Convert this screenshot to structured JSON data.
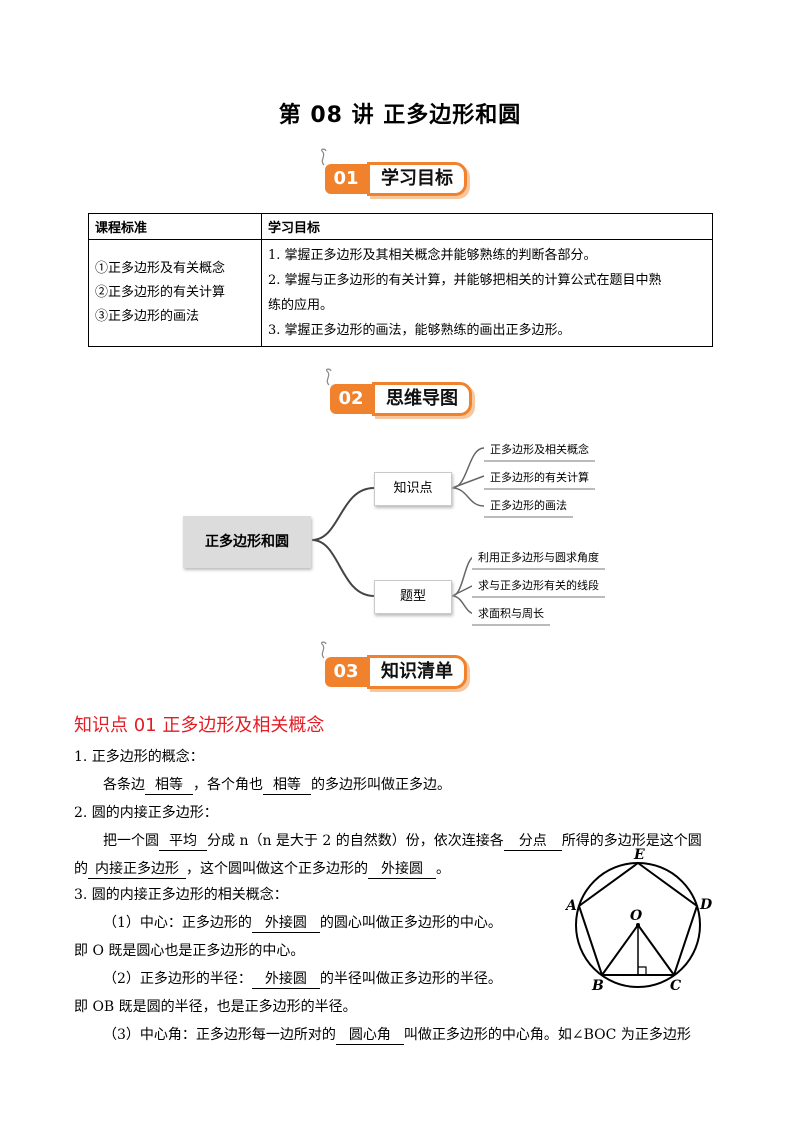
{
  "title": "第 08 讲  正多边形和圆",
  "badges": [
    {
      "num": "01",
      "label": "学习目标"
    },
    {
      "num": "02",
      "label": "思维导图"
    },
    {
      "num": "03",
      "label": "知识清单"
    }
  ],
  "goals_table": {
    "headers": [
      "课程标准",
      "学习目标"
    ],
    "standards": [
      "①正多边形及有关概念",
      "②正多边形的有关计算",
      "③正多边形的画法"
    ],
    "objectives": [
      "1. 掌握正多边形及其相关概念并能够熟练的判断各部分。",
      "2. 掌握与正多边形的有关计算，并能够把相关的计算公式在题目中熟",
      "练的应用。",
      "3. 掌握正多边形的画法，能够熟练的画出正多边形。"
    ]
  },
  "mindmap": {
    "center": "正多边形和圆",
    "branch1": {
      "label": "知识点",
      "leaves": [
        "正多边形及相关概念",
        "正多边形的有关计算",
        "正多边形的画法"
      ]
    },
    "branch2": {
      "label": "题型",
      "leaves": [
        "利用正多边形与圆求角度",
        "求与正多边形有关的线段",
        "求面积与周长"
      ]
    }
  },
  "section1": {
    "heading": "知识点 01    正多边形及相关概念",
    "l1": "1. 正多边形的概念：",
    "l2a": "各条边",
    "l2b": "相等",
    "l2c": "，各个角也",
    "l2d": "相等",
    "l2e": "的多边形叫做正多边。",
    "l3": "2. 圆的内接正多边形：",
    "l4a": "把一个圆",
    "l4b": "平均",
    "l4c": "分成 n（n 是大于 2 的自然数）份，依次连接各",
    "l4d": "分点",
    "l4e": "所得的多边形是这个圆",
    "l5a": "的",
    "l5b": "内接正多边形",
    "l5c": "，这个圆叫做这个正多边形的",
    "l5d": "外接圆",
    "l5e": "。",
    "l6": "3. 圆的内接正多边形的相关概念：",
    "l7a": "（1）中心：正多边形的",
    "l7b": "外接圆",
    "l7c": "的圆心叫做正多边形的中心。",
    "l8": "即 O 既是圆心也是正多边形的中心。",
    "l9a": "（2）正多边形的半径：",
    "l9b": "外接圆",
    "l9c": "的半径叫做正多边形的半径。",
    "l10": "即 OB 既是圆的半径，也是正多边形的半径。",
    "l11a": "（3）中心角：正多边形每一边所对的",
    "l11b": "圆心角",
    "l11c": "叫做正多边形的中心角。如∠BOC 为正多边形"
  },
  "figure_labels": {
    "E": "E",
    "A": "A",
    "D": "D",
    "O": "O",
    "B": "B",
    "C": "C"
  },
  "colors": {
    "accent": "#f0822d",
    "heading_red": "#e51c23"
  }
}
